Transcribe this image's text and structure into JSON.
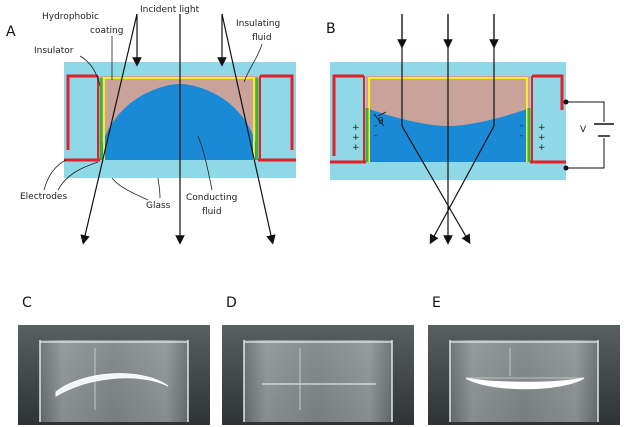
{
  "panels": {
    "a": "A",
    "b": "B",
    "c": "C",
    "d": "D",
    "e": "E"
  },
  "labels": {
    "hydrophobic_line1": "Hydrophobic",
    "hydrophobic_line2": "coating",
    "incident_light": "Incident light",
    "insulating_line1": "Insulating",
    "insulating_line2": "fluid",
    "insulator": "Insulator",
    "electrodes": "Electrodes",
    "glass": "Glass",
    "conducting_line1": "Conducting",
    "conducting_line2": "fluid",
    "voltage": "V"
  },
  "colors": {
    "glass": "#8fd8e8",
    "insulating_fluid": "#c9a39a",
    "conducting_fluid": "#1a8ad6",
    "electrode": "#e0202a",
    "coating": "#f0f02a",
    "insulator": "#3cb043",
    "photo_bg": "#3a3f41"
  }
}
